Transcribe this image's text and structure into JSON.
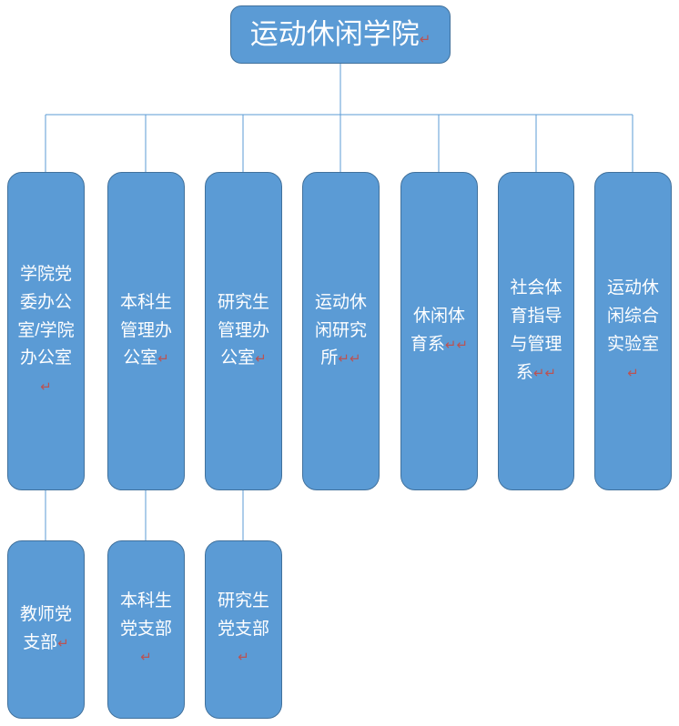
{
  "chart_data": {
    "type": "diagram",
    "diagram_type": "organization-chart",
    "title": "运动休闲学院",
    "orientation": "top-down",
    "levels": 3,
    "colors": {
      "node_fill": "#5b9bd5",
      "node_border": "#41719c",
      "node_text": "#ffffff",
      "connector": "#5b9bd5",
      "pilcrow": "#c0504d",
      "background": "#ffffff"
    },
    "nodes": [
      {
        "id": "root",
        "level": 0,
        "label": "运动休闲学院",
        "parent": null
      },
      {
        "id": "col-1",
        "level": 1,
        "label": "学院党委办公室/学院办公室",
        "parent": "root"
      },
      {
        "id": "col-2",
        "level": 1,
        "label": "本科生管理办公室",
        "parent": "root"
      },
      {
        "id": "col-3",
        "level": 1,
        "label": "研究生管理办公室",
        "parent": "root"
      },
      {
        "id": "col-4",
        "level": 1,
        "label": "运动休闲研究所",
        "parent": "root"
      },
      {
        "id": "col-5",
        "level": 1,
        "label": "休闲体育系",
        "parent": "root"
      },
      {
        "id": "col-6",
        "level": 1,
        "label": "社会体育指导与管理系",
        "parent": "root"
      },
      {
        "id": "col-7",
        "level": 1,
        "label": "运动休闲综合实验室",
        "parent": "root"
      },
      {
        "id": "leaf-1",
        "level": 2,
        "label": "教师党支部",
        "parent": "col-1"
      },
      {
        "id": "leaf-2",
        "level": 2,
        "label": "本科生党支部",
        "parent": "col-2"
      },
      {
        "id": "leaf-3",
        "level": 2,
        "label": "研究生党支部",
        "parent": "col-3"
      }
    ],
    "edges": [
      {
        "from": "root",
        "to": "col-1"
      },
      {
        "from": "root",
        "to": "col-2"
      },
      {
        "from": "root",
        "to": "col-3"
      },
      {
        "from": "root",
        "to": "col-4"
      },
      {
        "from": "root",
        "to": "col-5"
      },
      {
        "from": "root",
        "to": "col-6"
      },
      {
        "from": "root",
        "to": "col-7"
      },
      {
        "from": "col-1",
        "to": "leaf-1"
      },
      {
        "from": "col-2",
        "to": "leaf-2"
      },
      {
        "from": "col-3",
        "to": "leaf-3"
      }
    ]
  },
  "root": {
    "label": "运动休闲学院",
    "pilcrow": "↵"
  },
  "columns": [
    {
      "id": "col-1",
      "label": "学院党委办公室/学院办公室",
      "pilcrow": "↵",
      "trailing_mark": ""
    },
    {
      "id": "col-2",
      "label": "本科生管理办公室",
      "pilcrow": "↵",
      "trailing_mark": ""
    },
    {
      "id": "col-3",
      "label": "研究生管理办公室",
      "pilcrow": "↵",
      "trailing_mark": ""
    },
    {
      "id": "col-4",
      "label": "运动休闲研究所",
      "pilcrow": "↵",
      "trailing_mark": "↵"
    },
    {
      "id": "col-5",
      "label": "休闲体育系",
      "pilcrow": "↵",
      "trailing_mark": "↵"
    },
    {
      "id": "col-6",
      "label": "社会体育指导与管理系",
      "pilcrow": "↵",
      "trailing_mark": "↵"
    },
    {
      "id": "col-7",
      "label": "运动休闲综合实验室",
      "pilcrow": "↵",
      "trailing_mark": ""
    }
  ],
  "leaves": [
    {
      "id": "leaf-1",
      "label": "教师党支部",
      "pilcrow": "↵"
    },
    {
      "id": "leaf-2",
      "label": "本科生党支部",
      "pilcrow": "↵"
    },
    {
      "id": "leaf-3",
      "label": "研究生党支部",
      "pilcrow": "↵"
    }
  ]
}
